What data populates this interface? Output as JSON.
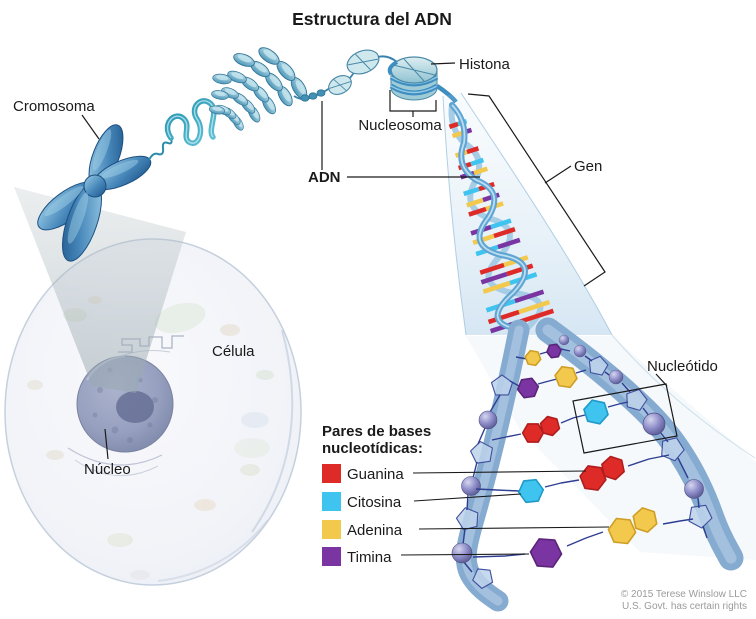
{
  "title": "Estructura del ADN",
  "labels": {
    "cromosoma": "Cromosoma",
    "histona": "Histona",
    "nucleosoma": "Nucleosoma",
    "adn": "ADN",
    "gen": "Gen",
    "celula": "Célula",
    "nucleo": "Núcleo",
    "nucleotido": "Nucleótido"
  },
  "legend": {
    "heading_line1": "Pares de bases",
    "heading_line2": "nucleotídicas:",
    "items": [
      {
        "label": "Guanina",
        "color": "#de2b28"
      },
      {
        "label": "Citosina",
        "color": "#3fc4f0"
      },
      {
        "label": "Adenina",
        "color": "#f2c84d"
      },
      {
        "label": "Timina",
        "color": "#7a35a2"
      }
    ]
  },
  "credit": {
    "line1": "© 2015 Terese Winslow LLC",
    "line2": "U.S. Govt. has certain rights"
  },
  "colors": {
    "base_guanina": "#de2b28",
    "base_citosina": "#3fc4f0",
    "base_adenina": "#f2c84d",
    "base_timina": "#7a35a2",
    "chromosome_blue": "#2f6ea6",
    "chromatin_teal": "#5aa9c4",
    "backbone_blue": "#86abd1",
    "text": "#1a1a1a",
    "credit_gray": "#9b9b9b",
    "background": "#ffffff"
  }
}
